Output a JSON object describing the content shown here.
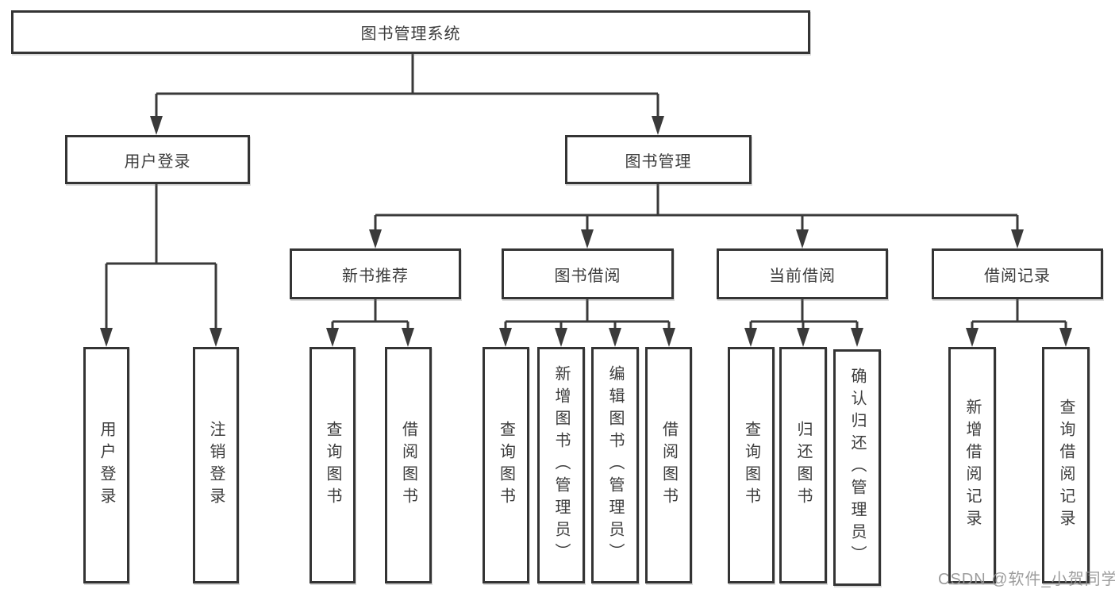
{
  "diagram": {
    "root": {
      "label": "图书管理系统"
    },
    "branches": [
      {
        "label": "用户登录",
        "children": [
          {
            "label": "用户登录"
          },
          {
            "label": "注销登录"
          }
        ]
      },
      {
        "label": "图书管理",
        "children": [
          {
            "label": "新书推荐",
            "children": [
              {
                "label": "查询图书"
              },
              {
                "label": "借阅图书"
              }
            ]
          },
          {
            "label": "图书借阅",
            "children": [
              {
                "label": "查询图书"
              },
              {
                "label": "新增图书（管理员）"
              },
              {
                "label": "编辑图书（管理员）"
              },
              {
                "label": "借阅图书"
              }
            ]
          },
          {
            "label": "当前借阅",
            "children": [
              {
                "label": "查询图书"
              },
              {
                "label": "归还图书"
              },
              {
                "label": "确认归还（管理员）"
              }
            ]
          },
          {
            "label": "借阅记录",
            "children": [
              {
                "label": "新增借阅记录"
              },
              {
                "label": "查询借阅记录"
              }
            ]
          }
        ]
      }
    ]
  },
  "watermark": {
    "text": "CSDN @软件_小贺同学"
  },
  "colors": {
    "line": "#3a3a3a",
    "border": "#343434",
    "text": "#3c3c3c",
    "watermark": "#949494",
    "background": "#ffffff"
  }
}
